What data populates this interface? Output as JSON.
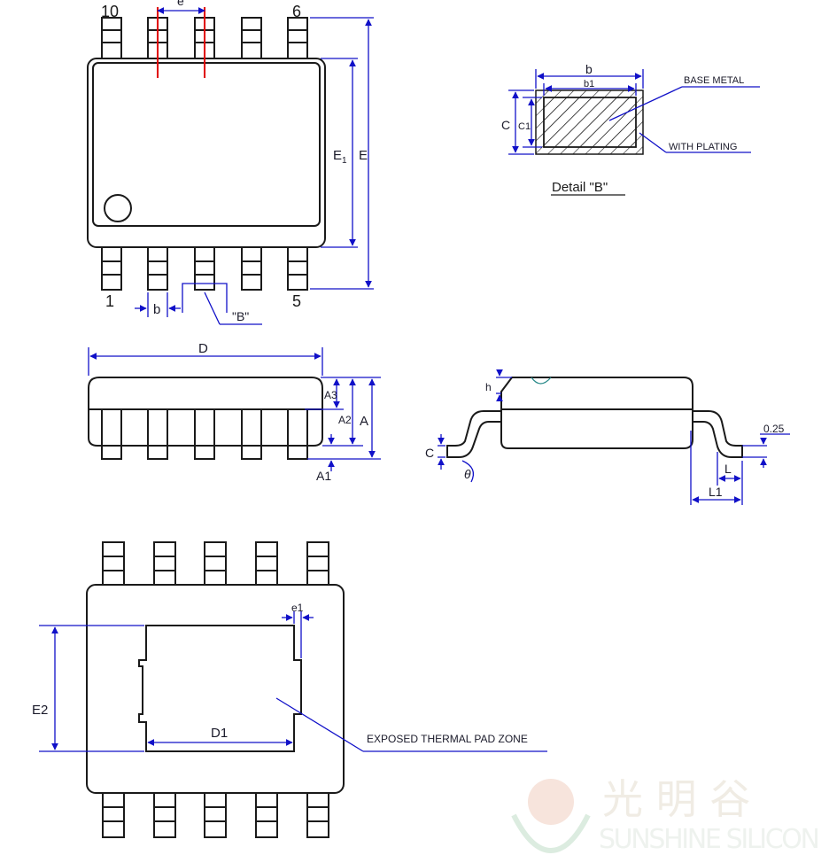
{
  "top_view": {
    "pin_10": "10",
    "pin_6": "6",
    "pin_1": "1",
    "pin_5": "5",
    "dim_e": "e",
    "dim_E1": "E",
    "dim_E1_sub": "1",
    "dim_E": "E",
    "dim_b": "b",
    "callout_B": "\"B\""
  },
  "detail_b": {
    "dim_b": "b",
    "dim_b1": "b1",
    "dim_C": "C",
    "dim_C1": "C1",
    "base_metal": "BASE METAL",
    "with_plating": "WITH PLATING",
    "title": "Detail \"B\""
  },
  "front_view": {
    "dim_D": "D",
    "dim_A3": "A3",
    "dim_A2": "A2",
    "dim_A": "A",
    "dim_A1": "A1"
  },
  "side_view": {
    "dim_h": "h",
    "dim_C": "C",
    "dim_theta": "θ",
    "dim_025": "0.25",
    "dim_L": "L",
    "dim_L1": "L1"
  },
  "bottom_view": {
    "dim_e1": "e1",
    "dim_E2": "E2",
    "dim_D1": "D1",
    "thermal_pad": "EXPOSED THERMAL PAD ZONE"
  },
  "watermark": {
    "cn": "光 明 谷",
    "en": "SUNSHINE SILICON"
  },
  "colors": {
    "outline": "#1a1a1a",
    "dimension": "#1010c8",
    "reference": "#e00000",
    "watermark": "#e8ece4"
  }
}
